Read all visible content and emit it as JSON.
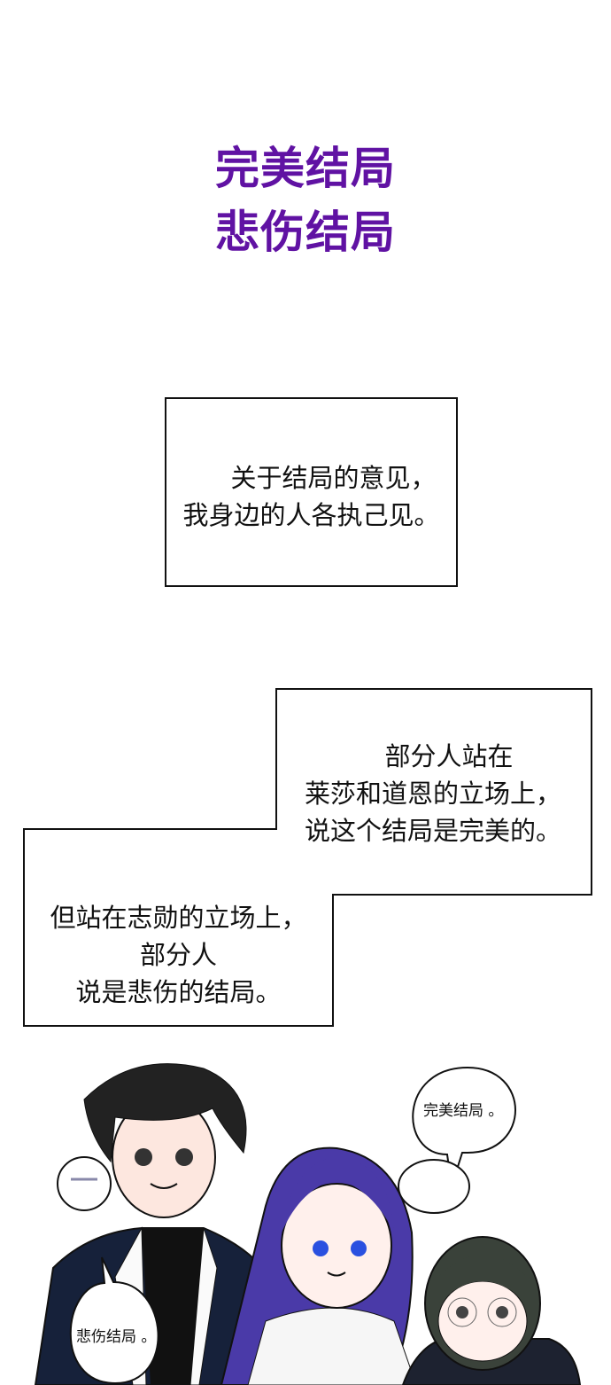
{
  "title": {
    "line1": "完美结局",
    "line2": "悲伤结局",
    "color": "#6012a3"
  },
  "caption1": {
    "lines": [
      "关于结局的意见，",
      "我身边的人各执己见。"
    ]
  },
  "caption2": {
    "lines": [
      "部分人站在",
      "莱莎和道恩的立场上，",
      "说这个结局是完美的。"
    ]
  },
  "caption3": {
    "lines": [
      "但站在志勋的立场上，",
      "部分人",
      "说是悲伤的结局。"
    ]
  },
  "bubbles": {
    "right": "完美结局 。",
    "left": "悲伤结局 。"
  }
}
